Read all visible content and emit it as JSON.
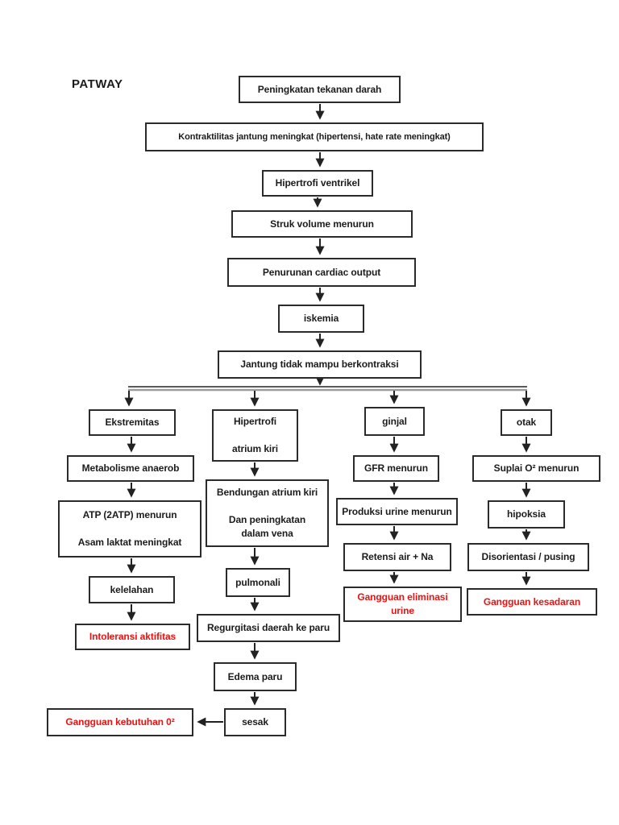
{
  "page": {
    "title": "PATWAY"
  },
  "colors": {
    "page_bg": "#ffffff",
    "box_border": "#2b2b2b",
    "text": "#1c1c1c",
    "alert_text": "#ee1111",
    "line": "#222222",
    "line_grey": "#9b9b9b"
  },
  "nodes": {
    "peningkatan_tekanan_darah": {
      "label": "Peningkatan tekanan darah"
    },
    "kontraktilitas_jantung": {
      "label": "Kontraktilitas jantung meningkat (hipertensi, hate rate meningkat)"
    },
    "hipertrofi_ventrikel": {
      "label": "Hipertrofi ventrikel"
    },
    "struk_volume_menurun": {
      "label": "Struk volume menurun"
    },
    "penurunan_cardiac_output": {
      "label": "Penurunan cardiac output"
    },
    "iskemia": {
      "label": "iskemia"
    },
    "jantung_tidak_mampu": {
      "label": "Jantung tidak mampu berkontraksi"
    },
    "ekstremitas": {
      "label": "Ekstremitas"
    },
    "metabolisme_anaerob": {
      "label": "Metabolisme anaerob"
    },
    "atp_menurun": {
      "label": "ATP (2ATP) menurun\n\nAsam laktat meningkat"
    },
    "kelelahan": {
      "label": "kelelahan"
    },
    "intoleransi_aktifitas": {
      "label": "Intoleransi aktifitas",
      "alert": true
    },
    "hipertrofi_atrium_kiri": {
      "label": "Hipertrofi\n\natrium kiri"
    },
    "bendungan_atrium_kiri": {
      "label": "Bendungan atrium kiri\n\nDan peningkatan\ndalam vena"
    },
    "pulmonali": {
      "label": "pulmonali"
    },
    "regurgitasi": {
      "label": "Regurgitasi daerah ke paru"
    },
    "edema_paru": {
      "label": "Edema paru"
    },
    "sesak": {
      "label": "sesak"
    },
    "gangguan_kebutuhan_o2": {
      "label": "Gangguan kebutuhan 0²",
      "alert": true
    },
    "ginjal": {
      "label": "ginjal"
    },
    "gfr_menurun": {
      "label": "GFR menurun"
    },
    "produksi_urine_menurun": {
      "label": "Produksi urine menurun"
    },
    "retensi_air_na": {
      "label": "Retensi air + Na"
    },
    "gangguan_eliminasi_urine": {
      "label": "Gangguan eliminasi\nurine",
      "alert": true
    },
    "otak": {
      "label": "otak"
    },
    "suplai_o2_menurun": {
      "label": "Suplai O² menurun"
    },
    "hipoksia": {
      "label": "hipoksia"
    },
    "disorientasi_pusing": {
      "label": "Disorientasi / pusing"
    },
    "gangguan_kesadaran": {
      "label": "Gangguan kesadaran",
      "alert": true
    }
  },
  "edges": [
    {
      "from": "peningkatan_tekanan_darah",
      "to": "kontraktilitas_jantung"
    },
    {
      "from": "kontraktilitas_jantung",
      "to": "hipertrofi_ventrikel"
    },
    {
      "from": "hipertrofi_ventrikel",
      "to": "struk_volume_menurun"
    },
    {
      "from": "struk_volume_menurun",
      "to": "penurunan_cardiac_output"
    },
    {
      "from": "penurunan_cardiac_output",
      "to": "iskemia"
    },
    {
      "from": "iskemia",
      "to": "jantung_tidak_mampu"
    },
    {
      "from": "jantung_tidak_mampu",
      "to": "ekstremitas"
    },
    {
      "from": "jantung_tidak_mampu",
      "to": "hipertrofi_atrium_kiri"
    },
    {
      "from": "jantung_tidak_mampu",
      "to": "ginjal"
    },
    {
      "from": "jantung_tidak_mampu",
      "to": "otak"
    },
    {
      "from": "ekstremitas",
      "to": "metabolisme_anaerob"
    },
    {
      "from": "metabolisme_anaerob",
      "to": "atp_menurun"
    },
    {
      "from": "atp_menurun",
      "to": "kelelahan"
    },
    {
      "from": "kelelahan",
      "to": "intoleransi_aktifitas"
    },
    {
      "from": "hipertrofi_atrium_kiri",
      "to": "bendungan_atrium_kiri"
    },
    {
      "from": "bendungan_atrium_kiri",
      "to": "pulmonali"
    },
    {
      "from": "pulmonali",
      "to": "regurgitasi"
    },
    {
      "from": "regurgitasi",
      "to": "edema_paru"
    },
    {
      "from": "edema_paru",
      "to": "sesak"
    },
    {
      "from": "sesak",
      "to": "gangguan_kebutuhan_o2"
    },
    {
      "from": "ginjal",
      "to": "gfr_menurun"
    },
    {
      "from": "gfr_menurun",
      "to": "produksi_urine_menurun"
    },
    {
      "from": "produksi_urine_menurun",
      "to": "retensi_air_na"
    },
    {
      "from": "retensi_air_na",
      "to": "gangguan_eliminasi_urine"
    },
    {
      "from": "otak",
      "to": "suplai_o2_menurun"
    },
    {
      "from": "suplai_o2_menurun",
      "to": "hipoksia"
    },
    {
      "from": "hipoksia",
      "to": "disorientasi_pusing"
    },
    {
      "from": "disorientasi_pusing",
      "to": "gangguan_kesadaran"
    }
  ]
}
